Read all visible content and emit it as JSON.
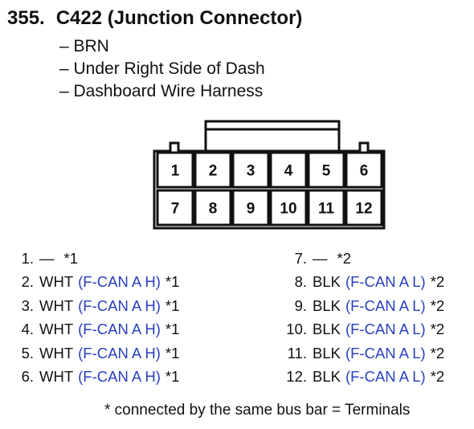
{
  "header": {
    "number": "355.",
    "name": "C422 (Junction Connector)"
  },
  "details": [
    "– BRN",
    "– Under Right Side of Dash",
    "– Dashboard Wire Harness"
  ],
  "connector": {
    "top_row": [
      "1",
      "2",
      "3",
      "4",
      "5",
      "6"
    ],
    "bottom_row": [
      "7",
      "8",
      "9",
      "10",
      "11",
      "12"
    ]
  },
  "pins_left": [
    {
      "num": "1.",
      "wire": "—",
      "signal": "",
      "note": "*1"
    },
    {
      "num": "2.",
      "wire": "WHT",
      "signal": "(F-CAN A H)",
      "note": "*1"
    },
    {
      "num": "3.",
      "wire": "WHT",
      "signal": "(F-CAN A H)",
      "note": "*1"
    },
    {
      "num": "4.",
      "wire": "WHT",
      "signal": "(F-CAN A H)",
      "note": "*1"
    },
    {
      "num": "5.",
      "wire": "WHT",
      "signal": "(F-CAN A H)",
      "note": "*1"
    },
    {
      "num": "6.",
      "wire": "WHT",
      "signal": "(F-CAN A H)",
      "note": "*1"
    }
  ],
  "pins_right": [
    {
      "num": "7.",
      "wire": "—",
      "signal": "",
      "note": "*2"
    },
    {
      "num": "8.",
      "wire": "BLK",
      "signal": "(F-CAN A L)",
      "note": "*2"
    },
    {
      "num": "9.",
      "wire": "BLK",
      "signal": "(F-CAN A L)",
      "note": "*2"
    },
    {
      "num": "10.",
      "wire": "BLK",
      "signal": "(F-CAN A L)",
      "note": "*2"
    },
    {
      "num": "11.",
      "wire": "BLK",
      "signal": "(F-CAN A L)",
      "note": "*2"
    },
    {
      "num": "12.",
      "wire": "BLK",
      "signal": "(F-CAN A L)",
      "note": "*2"
    }
  ],
  "footnote": "* connected by the same bus bar = Terminals",
  "colors": {
    "signal": "#2a3fbf",
    "text": "#111111"
  }
}
